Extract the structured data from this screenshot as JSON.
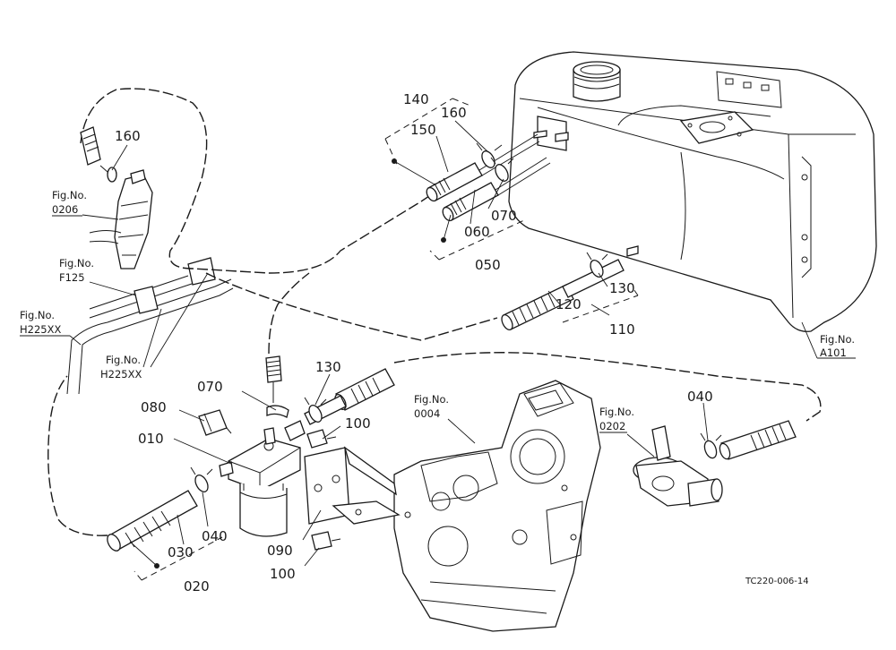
{
  "part_numbers": {
    "p160_top": "160",
    "p140": "140",
    "p150": "150",
    "p160_tank": "160",
    "p070_tank": "070",
    "p060": "060",
    "p050": "050",
    "p130_tank": "130",
    "p120": "120",
    "p110": "110",
    "p070_filter": "070",
    "p130_filter": "130",
    "p080": "080",
    "p010": "010",
    "p100_top": "100",
    "p040_left": "040",
    "p030": "030",
    "p020": "020",
    "p090": "090",
    "p100_bottom": "100",
    "p040_right": "040"
  },
  "fig_refs": {
    "r0206": {
      "prefix": "Fig.No.",
      "number": "0206"
    },
    "rF125": {
      "prefix": "Fig.No.",
      "number": "F125"
    },
    "rH225XX_left": {
      "prefix": "Fig.No.",
      "number": "H225XX"
    },
    "rH225XX_mid": {
      "prefix": "Fig.No.",
      "number": "H225XX"
    },
    "r0004": {
      "prefix": "Fig.No.",
      "number": "0004"
    },
    "r0202": {
      "prefix": "Fig.No.",
      "number": "0202"
    },
    "rA101": {
      "prefix": "Fig.No.",
      "number": "A101"
    }
  },
  "drawing_code": "TC220-006-14"
}
